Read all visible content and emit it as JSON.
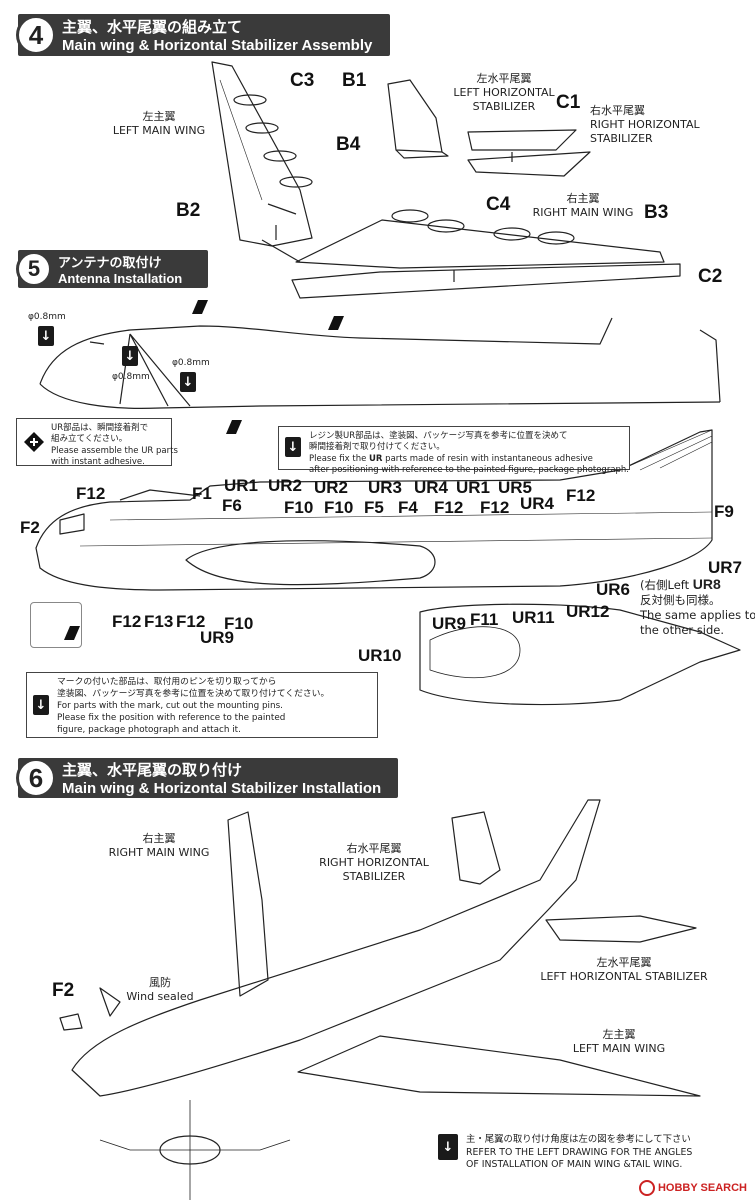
{
  "step4": {
    "number": "4",
    "title_jp": "主翼、水平尾翼の組み立て",
    "title_en": "Main wing & Horizontal Stabilizer Assembly",
    "labels": {
      "left_main_wing_jp": "左主翼",
      "left_main_wing_en": "LEFT MAIN WING",
      "left_stab_jp": "左水平尾翼",
      "left_stab_en1": "LEFT HORIZONTAL",
      "left_stab_en2": "STABILIZER",
      "right_stab_jp": "右水平尾翼",
      "right_stab_en1": "RIGHT  HORIZONTAL",
      "right_stab_en2": "STABILIZER",
      "right_main_wing_jp": "右主翼",
      "right_main_wing_en": "RIGHT MAIN WING"
    },
    "parts": {
      "c3": "C3",
      "b1": "B1",
      "b4": "B4",
      "c1": "C1",
      "b2": "B2",
      "c4": "C4",
      "b3": "B3",
      "c2": "C2"
    }
  },
  "step5": {
    "number": "5",
    "title_jp": "アンテナの取付け",
    "title_en": "Antenna Installation",
    "dimensions": [
      "φ0.8mm",
      "φ0.8mm",
      "φ0.8mm"
    ],
    "note_ur": {
      "line1": "UR部品は、瞬間接着剤で",
      "line2": "組み立てください。",
      "line3": "Please assemble the UR parts",
      "line4": "with instant adhesive."
    },
    "note_resin": {
      "line1": "レジン製UR部品は、塗装図、パッケージ写真を参考に位置を決めて",
      "line2": "瞬間接着剤で取り付けてください。",
      "line3_pre": "Please fix the ",
      "line3_bold": "UR",
      "line3_post": " parts made of resin with instantaneous adhesive",
      "line4": "after positioning with reference to the painted figure, package photograph."
    },
    "parts_top": [
      "F12",
      "F1",
      "UR1",
      "UR2",
      "UR2",
      "UR3",
      "UR4",
      "UR1",
      "UR5",
      "F6",
      "F10",
      "F10",
      "F5",
      "F4",
      "F12",
      "F12",
      "UR4",
      "F12",
      "F2",
      "F9"
    ],
    "parts_bottom": [
      "F12",
      "F13",
      "F12",
      "F10",
      "UR9",
      "UR9",
      "F11",
      "UR11",
      "UR12",
      "UR6",
      "UR7",
      "UR10"
    ],
    "side_note": {
      "line1_pre": "(右側Left ",
      "line1_bold": "UR8",
      "line2": "反対側も同様。",
      "line3": "The same applies to",
      "line4": "the other side."
    },
    "note_pins": {
      "line1": "マークの付いた部品は、取付用のピンを切り取ってから",
      "line2": "塗装図、パッケージ写真を参考に位置を決めて取り付けてください。",
      "line3": "For parts with the   mark, cut out the mounting pins.",
      "line4": "Please fix the position with reference to the painted",
      "line5": "figure, package photograph and attach it."
    }
  },
  "step6": {
    "number": "6",
    "title_jp": "主翼、水平尾翼の取り付け",
    "title_en": "Main wing & Horizontal Stabilizer Installation",
    "labels": {
      "right_main_wing_jp": "右主翼",
      "right_main_wing_en": "RIGHT MAIN WING",
      "right_stab_jp": "右水平尾翼",
      "right_stab_en1": "RIGHT  HORIZONTAL",
      "right_stab_en2": "STABILIZER",
      "left_stab_jp": "左水平尾翼",
      "left_stab_en": "LEFT  HORIZONTAL STABILIZER",
      "windshield_jp": "風防",
      "windshield_en": "Wind sealed",
      "left_main_wing_jp": "左主翼",
      "left_main_wing_en": "LEFT MAIN WING"
    },
    "part_f2": "F2",
    "note_angle": {
      "line1": "主・尾翼の取り付け角度は左の図を参考にして下さい",
      "line2": "REFER TO THE LEFT DRAWING FOR THE ANGLES",
      "line3": "OF INSTALLATION OF MAIN WING &TAIL WING."
    }
  },
  "watermark": "HOBBY SEARCH",
  "colors": {
    "header_bg": "#3a3a3a",
    "line": "#222222",
    "watermark": "#cc2222"
  }
}
